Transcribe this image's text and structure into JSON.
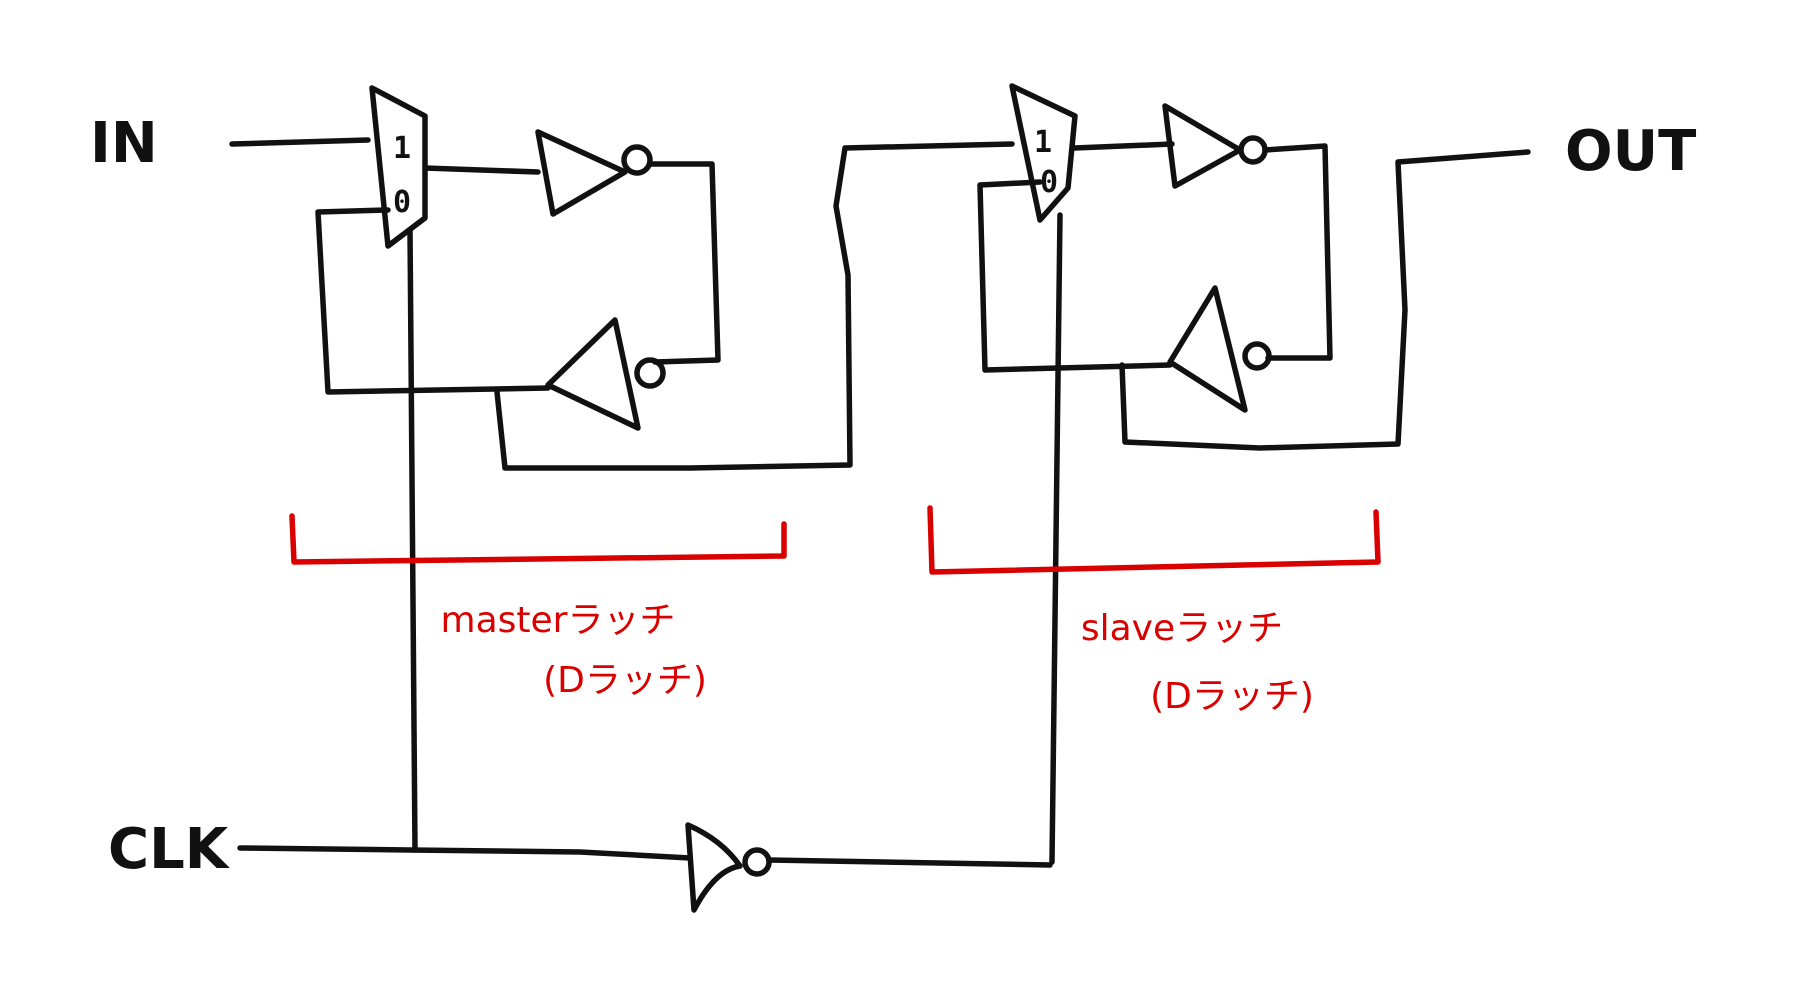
{
  "signals": {
    "input": "IN",
    "output": "OUT",
    "clock": "CLK"
  },
  "mux_inputs": {
    "one": "1",
    "zero": "0"
  },
  "latches": [
    {
      "name": "masterラッチ",
      "note": "(Dラッチ)"
    },
    {
      "name": "slaveラッチ",
      "note": "(Dラッチ)"
    }
  ],
  "colors": {
    "wire": "#111111",
    "annotation": "#d90000"
  }
}
